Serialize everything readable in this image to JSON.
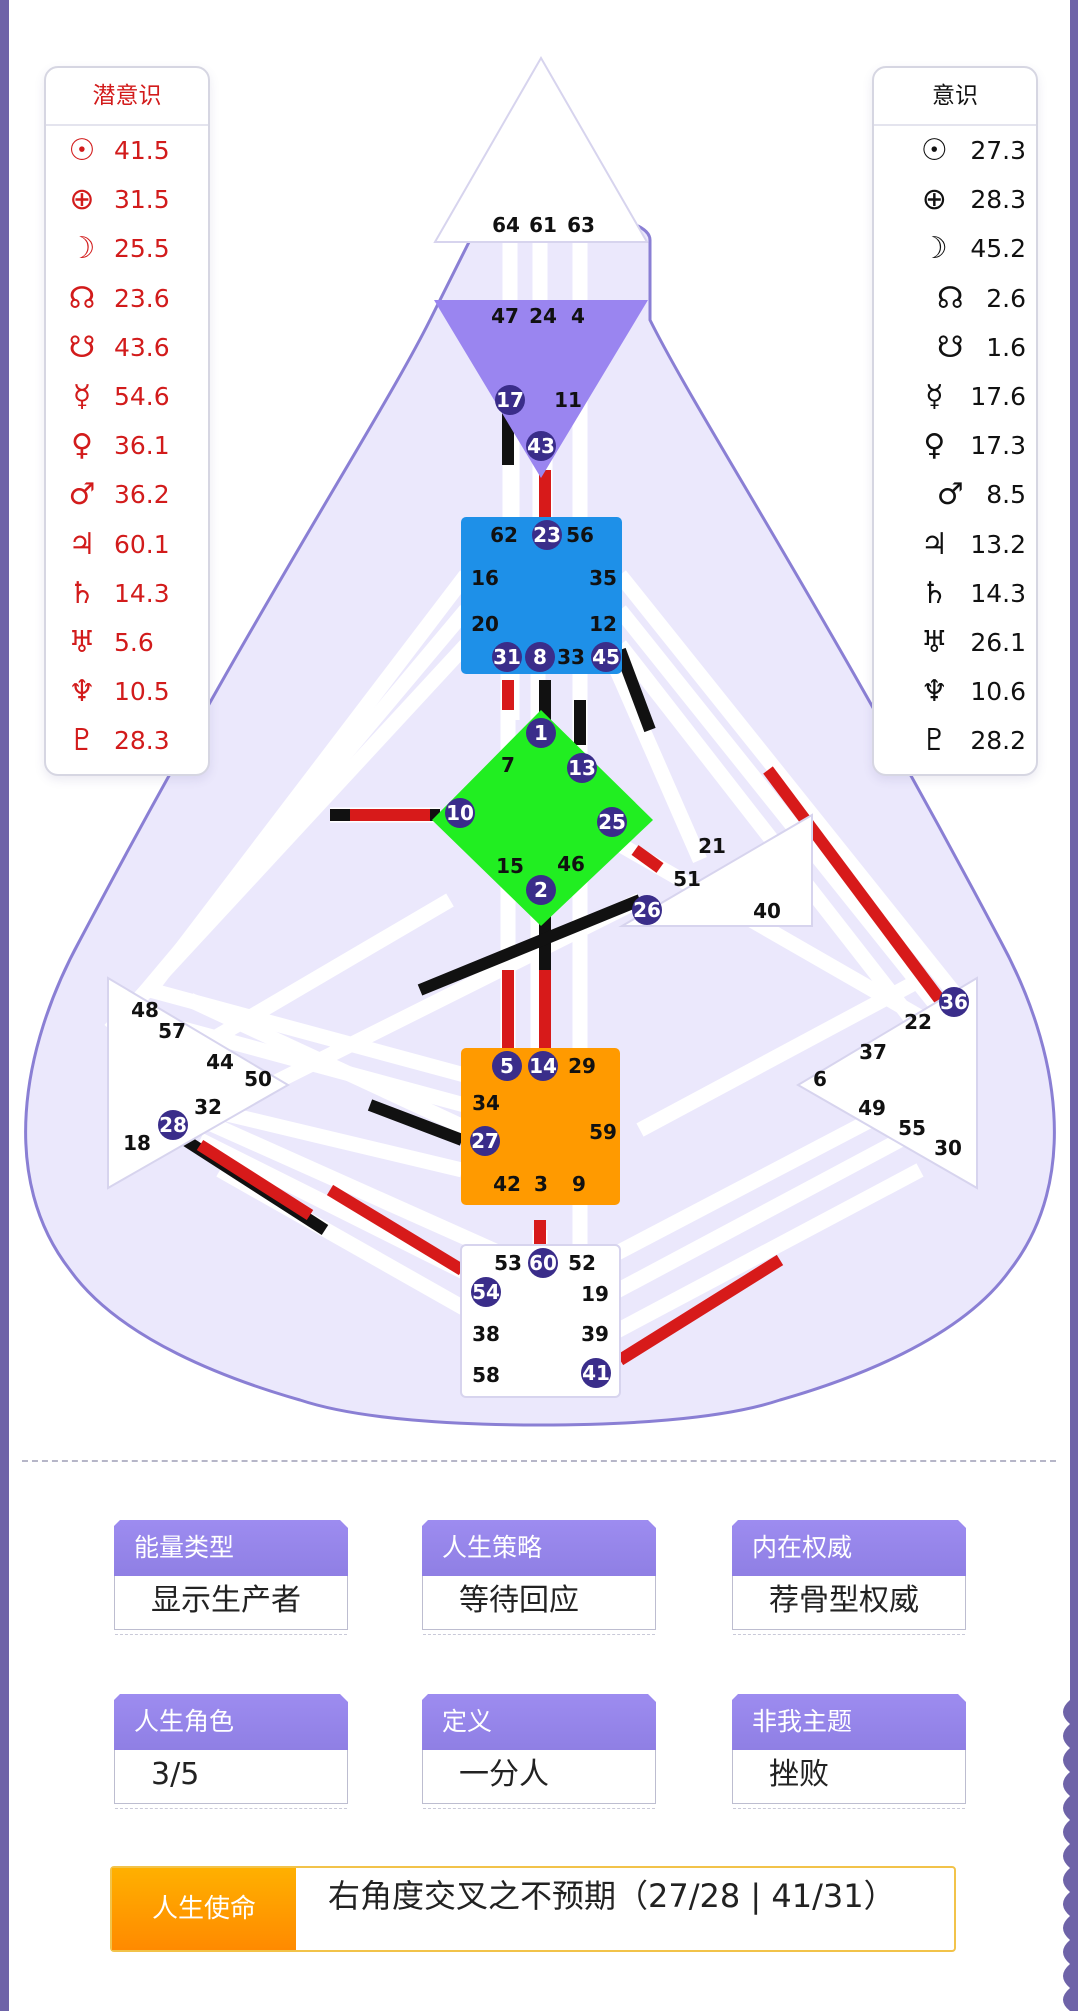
{
  "subconscious": {
    "title": "潜意识",
    "rows": [
      {
        "symbol": "☉",
        "icon": "sun-icon",
        "value": "41.5"
      },
      {
        "symbol": "⊕",
        "icon": "earth-icon",
        "value": "31.5"
      },
      {
        "symbol": "☽",
        "icon": "moon-icon",
        "value": "25.5"
      },
      {
        "symbol": "☊",
        "icon": "north-node-icon",
        "value": "23.6"
      },
      {
        "symbol": "☋",
        "icon": "south-node-icon",
        "value": "43.6"
      },
      {
        "symbol": "☿",
        "icon": "mercury-icon",
        "value": "54.6"
      },
      {
        "symbol": "♀",
        "icon": "venus-icon",
        "value": "36.1"
      },
      {
        "symbol": "♂",
        "icon": "mars-icon",
        "value": "36.2"
      },
      {
        "symbol": "♃",
        "icon": "jupiter-icon",
        "value": "60.1"
      },
      {
        "symbol": "♄",
        "icon": "saturn-icon",
        "value": "14.3"
      },
      {
        "symbol": "♅",
        "icon": "uranus-icon",
        "value": "5.6"
      },
      {
        "symbol": "♆",
        "icon": "neptune-icon",
        "value": "10.5"
      },
      {
        "symbol": "♇",
        "icon": "pluto-icon",
        "value": "28.3"
      }
    ]
  },
  "conscious": {
    "title": "意识",
    "rows": [
      {
        "symbol": "☉",
        "icon": "sun-icon",
        "value": "27.3"
      },
      {
        "symbol": "⊕",
        "icon": "earth-icon",
        "value": "28.3"
      },
      {
        "symbol": "☽",
        "icon": "moon-icon",
        "value": "45.2"
      },
      {
        "symbol": "☊",
        "icon": "north-node-icon",
        "value": "2.6"
      },
      {
        "symbol": "☋",
        "icon": "south-node-icon",
        "value": "1.6"
      },
      {
        "symbol": "☿",
        "icon": "mercury-icon",
        "value": "17.6"
      },
      {
        "symbol": "♀",
        "icon": "venus-icon",
        "value": "17.3"
      },
      {
        "symbol": "♂",
        "icon": "mars-icon",
        "value": "8.5"
      },
      {
        "symbol": "♃",
        "icon": "jupiter-icon",
        "value": "13.2"
      },
      {
        "symbol": "♄",
        "icon": "saturn-icon",
        "value": "14.3"
      },
      {
        "symbol": "♅",
        "icon": "uranus-icon",
        "value": "26.1"
      },
      {
        "symbol": "♆",
        "icon": "neptune-icon",
        "value": "10.6"
      },
      {
        "symbol": "♇",
        "icon": "pluto-icon",
        "value": "28.2"
      }
    ]
  },
  "bodygraph": {
    "colors": {
      "aura": "#ebe8fc",
      "aura_stroke": "#8a7fd4",
      "head": "#ffffff",
      "ajna": "#9a85f0",
      "throat": "#1e90e8",
      "g_center": "#21ee21",
      "sacral": "#ff9a00",
      "root": "#ffffff",
      "active_gate": "#3a2d8a",
      "channel_red": "#d71a1a",
      "channel_black": "#111111"
    },
    "centers": [
      {
        "name": "head",
        "gates": [
          "64",
          "61",
          "63"
        ],
        "active": []
      },
      {
        "name": "ajna",
        "gates": [
          "47",
          "24",
          "4",
          "17",
          "11",
          "43"
        ],
        "active": [
          "17",
          "43"
        ]
      },
      {
        "name": "throat",
        "gates": [
          "62",
          "23",
          "56",
          "16",
          "35",
          "20",
          "12",
          "31",
          "8",
          "33",
          "45"
        ],
        "active": [
          "23",
          "31",
          "8",
          "45"
        ]
      },
      {
        "name": "g-center",
        "gates": [
          "1",
          "13",
          "7",
          "10",
          "25",
          "15",
          "46",
          "2"
        ],
        "active": [
          "1",
          "13",
          "10",
          "25",
          "2"
        ]
      },
      {
        "name": "ego",
        "gates": [
          "21",
          "51",
          "26",
          "40"
        ],
        "active": [
          "26"
        ]
      },
      {
        "name": "spleen",
        "gates": [
          "48",
          "57",
          "44",
          "50",
          "32",
          "28",
          "18"
        ],
        "active": [
          "28"
        ]
      },
      {
        "name": "solar-plexus",
        "gates": [
          "36",
          "22",
          "37",
          "6",
          "49",
          "55",
          "30"
        ],
        "active": [
          "36"
        ]
      },
      {
        "name": "sacral",
        "gates": [
          "5",
          "14",
          "29",
          "34",
          "27",
          "59",
          "42",
          "3",
          "9"
        ],
        "active": [
          "5",
          "14",
          "27"
        ]
      },
      {
        "name": "root",
        "gates": [
          "53",
          "60",
          "52",
          "54",
          "19",
          "38",
          "39",
          "58",
          "41"
        ],
        "active": [
          "60",
          "54",
          "41"
        ]
      }
    ]
  },
  "info_cards": [
    {
      "label": "能量类型",
      "value": "显示生产者"
    },
    {
      "label": "人生策略",
      "value": "等待回应"
    },
    {
      "label": "内在权威",
      "value": "荐骨型权威"
    },
    {
      "label": "人生角色",
      "value": "3/5"
    },
    {
      "label": "定义",
      "value": "一分人"
    },
    {
      "label": "非我主题",
      "value": "挫败"
    }
  ],
  "mission": {
    "label": "人生使命",
    "value": "右角度交叉之不预期（27/28 | 41/31）"
  }
}
